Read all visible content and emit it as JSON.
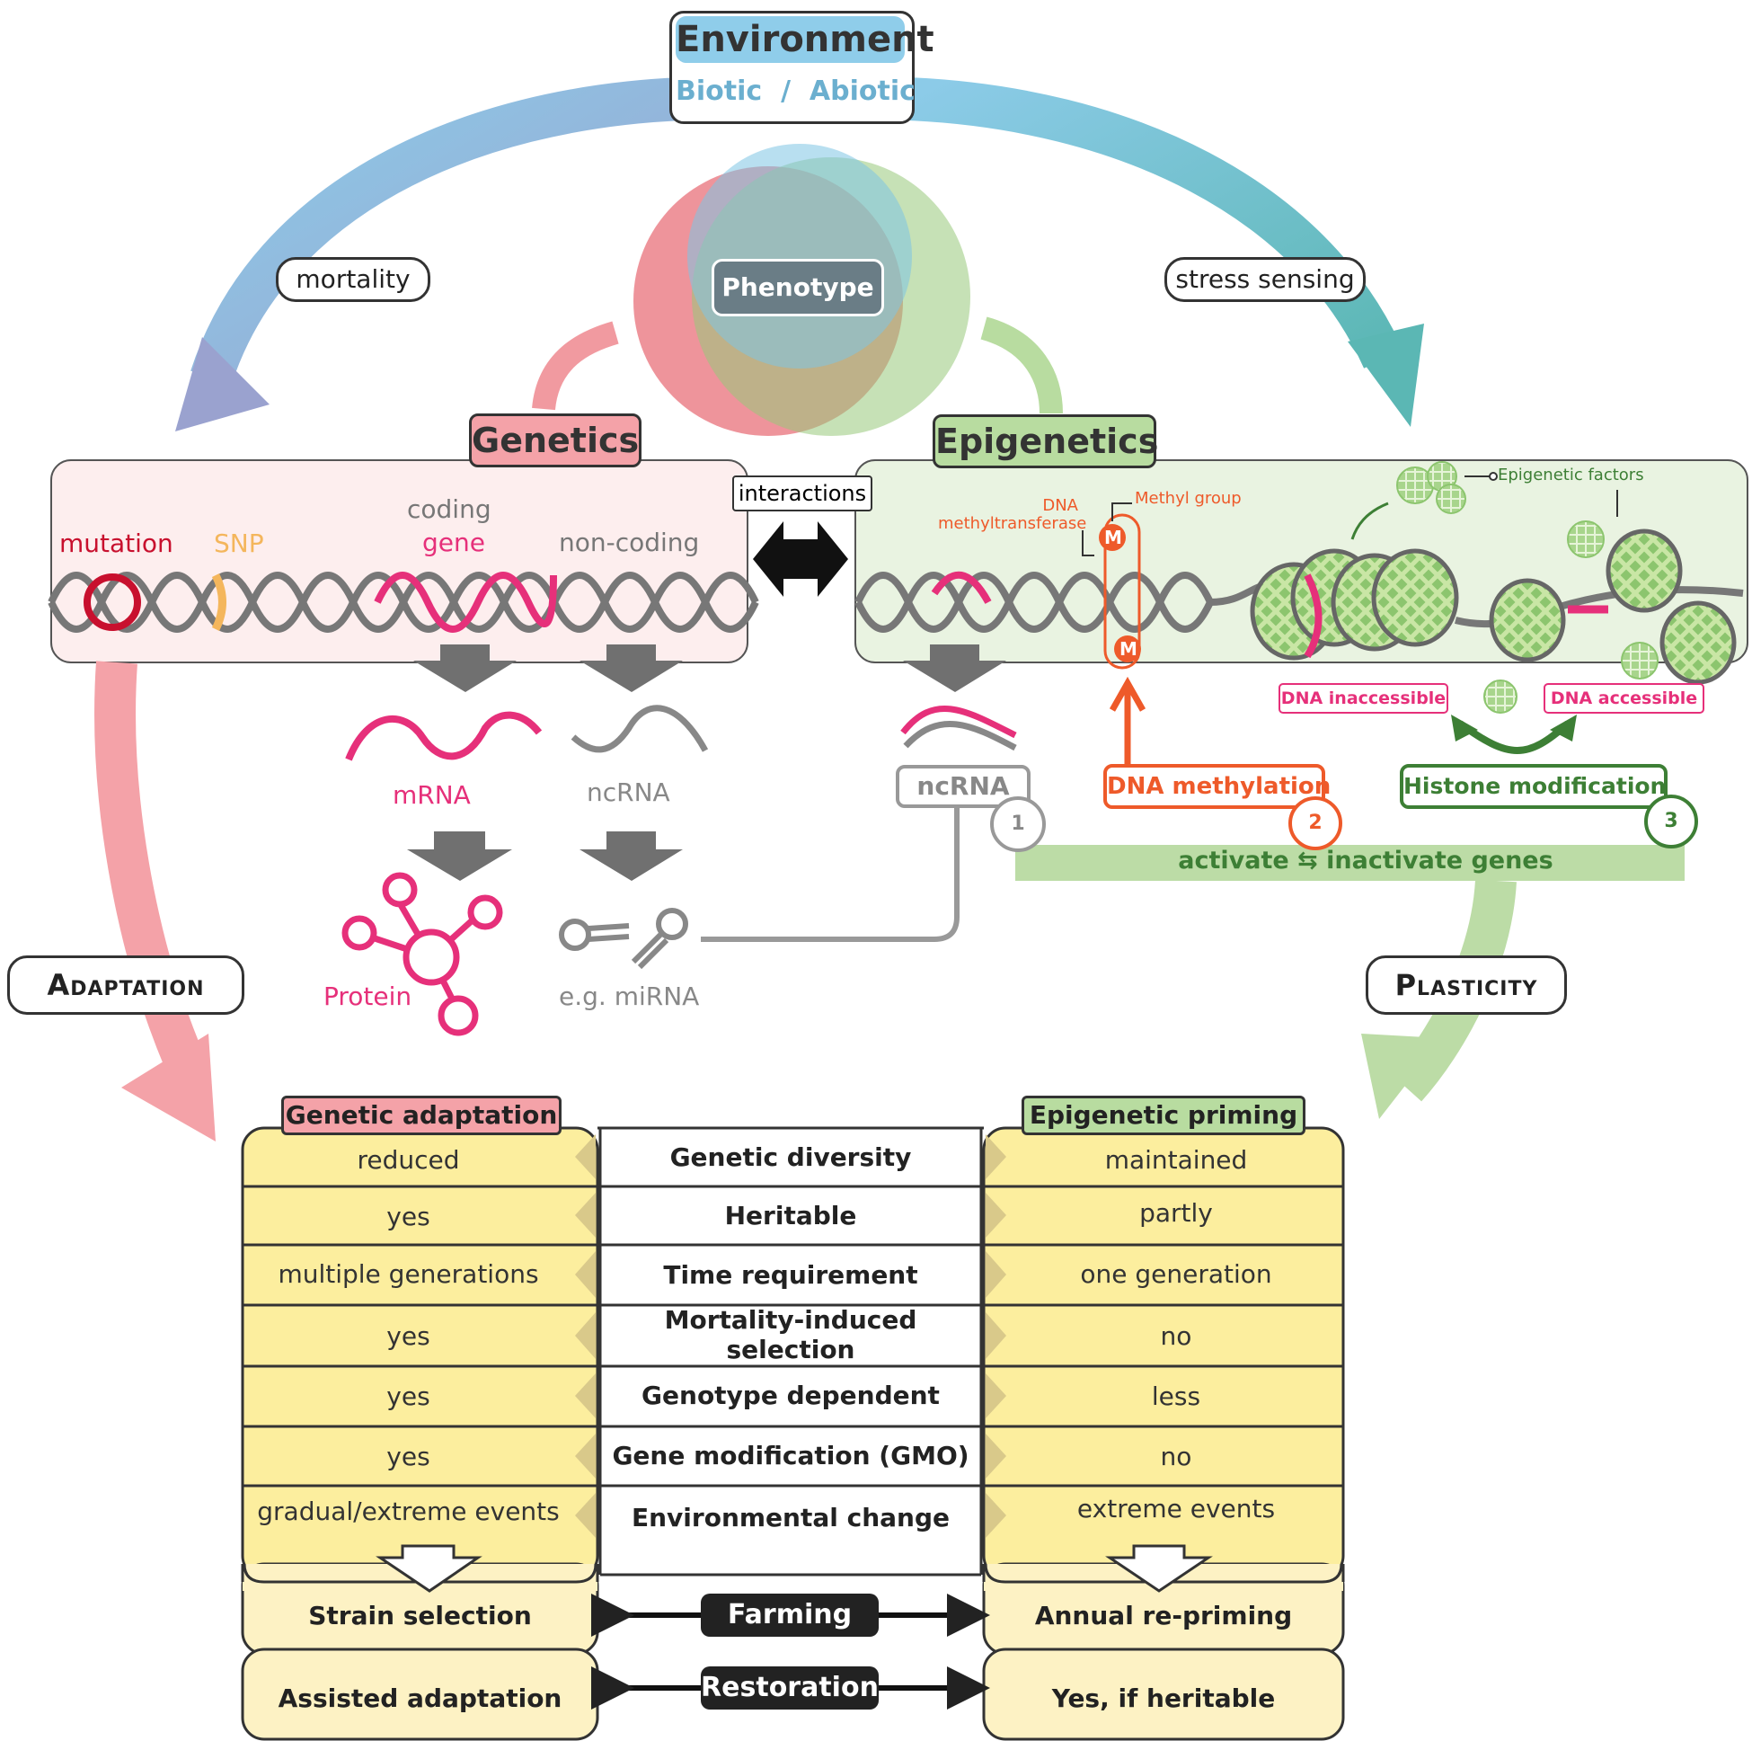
{
  "environment": {
    "title": "Environment",
    "sub_biotic": "Biotic",
    "sub_sep": "/",
    "sub_abiotic": "Abiotic"
  },
  "arrows": {
    "left_label": "mortality",
    "right_label": "stress sensing"
  },
  "phenotype": "Phenotype",
  "genetics": {
    "title": "Genetics",
    "mutation": "mutation",
    "snp": "SNP",
    "coding": "coding",
    "gene": "gene",
    "noncoding": "non-coding",
    "mrna": "mRNA",
    "ncrna": "ncRNA",
    "protein": "Protein",
    "mirna": "e.g. miRNA"
  },
  "interactions": "interactions",
  "epigenetics": {
    "title": "Epigenetics",
    "dna_mt": "DNA\nmethyltransferase",
    "dna_mt_1": "DNA",
    "dna_mt_2": "methyltransferase",
    "methyl_group": "Methyl group",
    "epi_factors": "Epigenetic factors",
    "m": "M",
    "dna_inaccessible": "DNA inaccessible",
    "dna_accessible": "DNA accessible",
    "ncrna_box": "ncRNA",
    "num1": "1",
    "dna_methylation": "DNA methylation",
    "num2": "2",
    "histone": "Histone modification",
    "num3": "3",
    "activate": "activate ⇆ inactivate genes"
  },
  "side_labels": {
    "adaptation": "Adaptation",
    "plasticity": "Plasticity"
  },
  "table": {
    "left_header": "Genetic adaptation",
    "right_header": "Epigenetic priming",
    "rows": [
      {
        "left": "reduced",
        "mid": "Genetic diversity",
        "right": "maintained"
      },
      {
        "left": "yes",
        "mid": "Heritable",
        "right": "partly"
      },
      {
        "left": "multiple generations",
        "mid": "Time requirement",
        "right": "one generation"
      },
      {
        "left": "yes",
        "mid": "Mortality-induced selection",
        "right": "no"
      },
      {
        "left": "yes",
        "mid": "Genotype dependent",
        "right": "less"
      },
      {
        "left": "yes",
        "mid": "Gene modification (GMO)",
        "right": "no"
      },
      {
        "left": "gradual/extreme events",
        "mid": "Environmental change",
        "right": "extreme events"
      }
    ],
    "outcomes": [
      {
        "left": "Strain selection",
        "mid": "Farming",
        "right": "Annual re-priming"
      },
      {
        "left": "Assisted adaptation",
        "mid": "Restoration",
        "right": "Yes, if heritable"
      }
    ]
  },
  "colors": {
    "red": "#e8707a",
    "pink": "#e6307a",
    "green": "#8cc56e",
    "darkgreen": "#3d7f35",
    "blue": "#7ec4e4",
    "orange": "#ee5a2a",
    "yellow": "#fcee9e",
    "grey": "#888888"
  }
}
